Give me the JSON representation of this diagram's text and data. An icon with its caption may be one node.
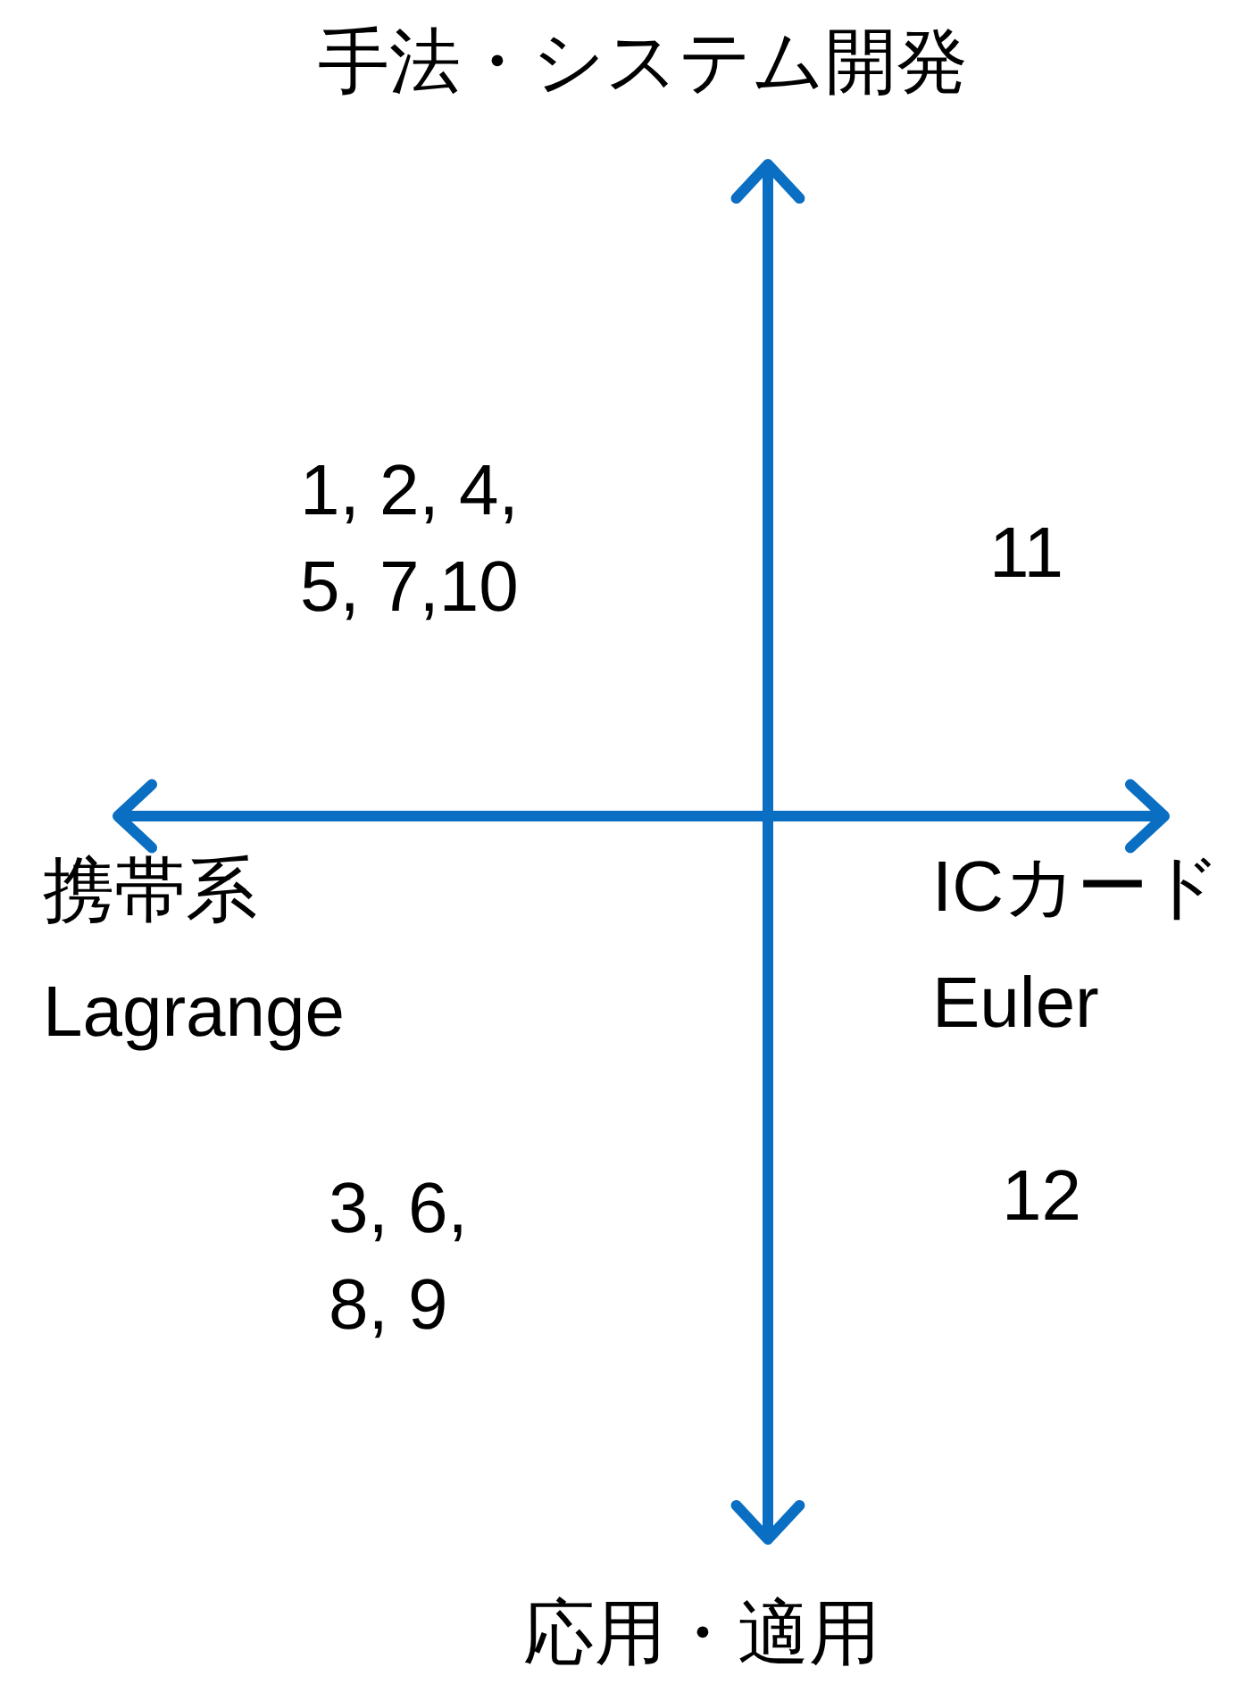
{
  "diagram": {
    "title": "手法・システム開発",
    "labels": [
      "1, 2, 4, 5, 7,10",
      "11",
      "携帯系",
      "Lagrange",
      "ICカード",
      "Euler",
      "3, 6, 8, 9",
      "12",
      "応用・適用"
    ]
  }
}
